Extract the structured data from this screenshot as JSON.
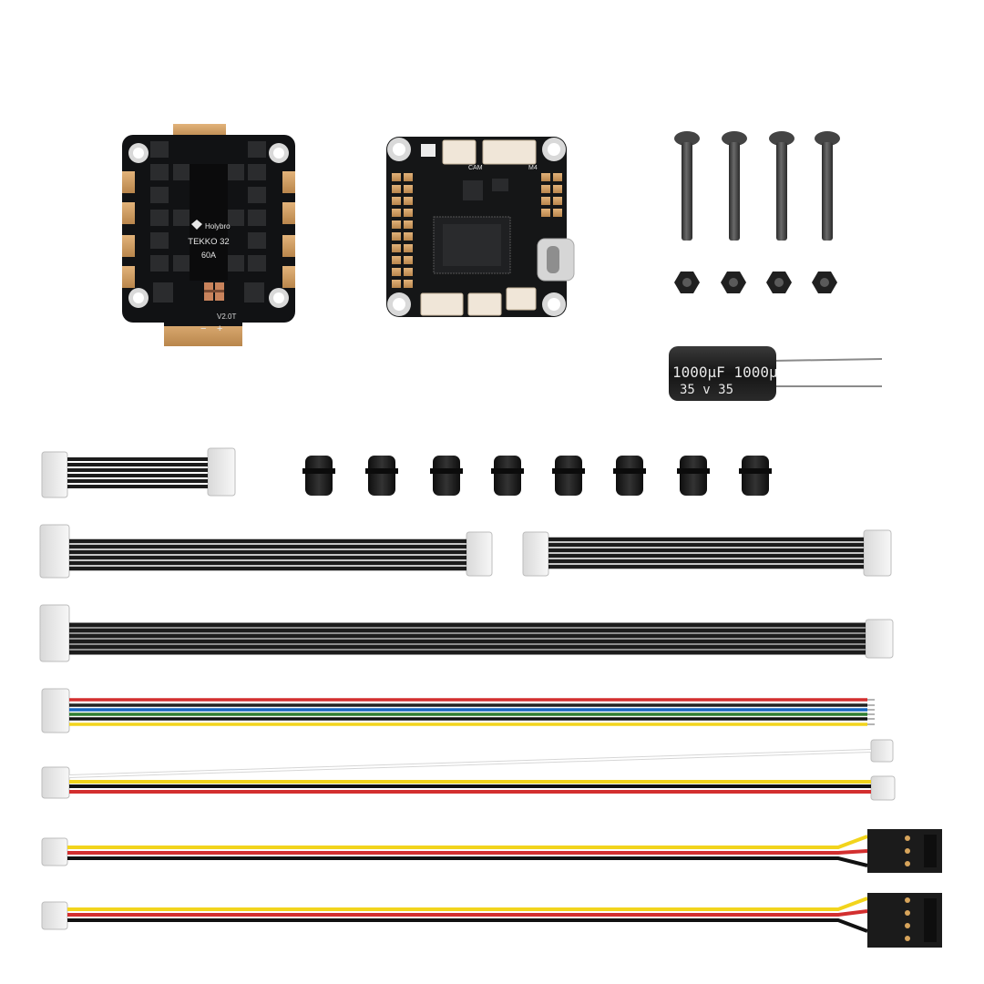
{
  "kit": {
    "esc": {
      "brand": "Holybro",
      "model": "TEKKO 32",
      "rating": "60A",
      "version": "V2.0T",
      "pad_minus": "−",
      "pad_plus": "+",
      "color": "#111214",
      "pad_color": "#c9975a"
    },
    "flight_controller": {
      "label_cam": "CAM",
      "label_m4": "M4",
      "usb_port": "USB-C",
      "color": "#151617",
      "pad_color": "#d8a86c"
    },
    "capacitor": {
      "text_line1": "1000µF 1000µ",
      "text_line2": "35 v  35",
      "color": "#1c1c1c"
    },
    "screws": {
      "count": 4,
      "color": "#3b3b3b"
    },
    "nuts": {
      "count": 4,
      "color": "#232323"
    },
    "grommets": {
      "count": 8,
      "color": "#1a1a1a"
    },
    "cables": [
      {
        "id": "short-black-6pin",
        "colors": [
          "#1c1c1c"
        ]
      },
      {
        "id": "medium-black-6pin-a",
        "colors": [
          "#1c1c1c"
        ]
      },
      {
        "id": "medium-black-6pin-b",
        "colors": [
          "#1c1c1c"
        ]
      },
      {
        "id": "long-black-6pin",
        "colors": [
          "#1c1c1c"
        ]
      },
      {
        "id": "multicolor-6pin",
        "colors": [
          "#d32f2f",
          "#1565c0",
          "#2e7d32",
          "#111111",
          "#f2d41c"
        ]
      },
      {
        "id": "white-yellow-black-red",
        "colors": [
          "#ffffff",
          "#f2d41c",
          "#111111",
          "#d32f2f"
        ]
      },
      {
        "id": "servo-lead-a",
        "colors": [
          "#f2d41c",
          "#d32f2f",
          "#111111"
        ]
      },
      {
        "id": "servo-lead-b",
        "colors": [
          "#f2d41c",
          "#d32f2f",
          "#111111"
        ]
      }
    ]
  }
}
